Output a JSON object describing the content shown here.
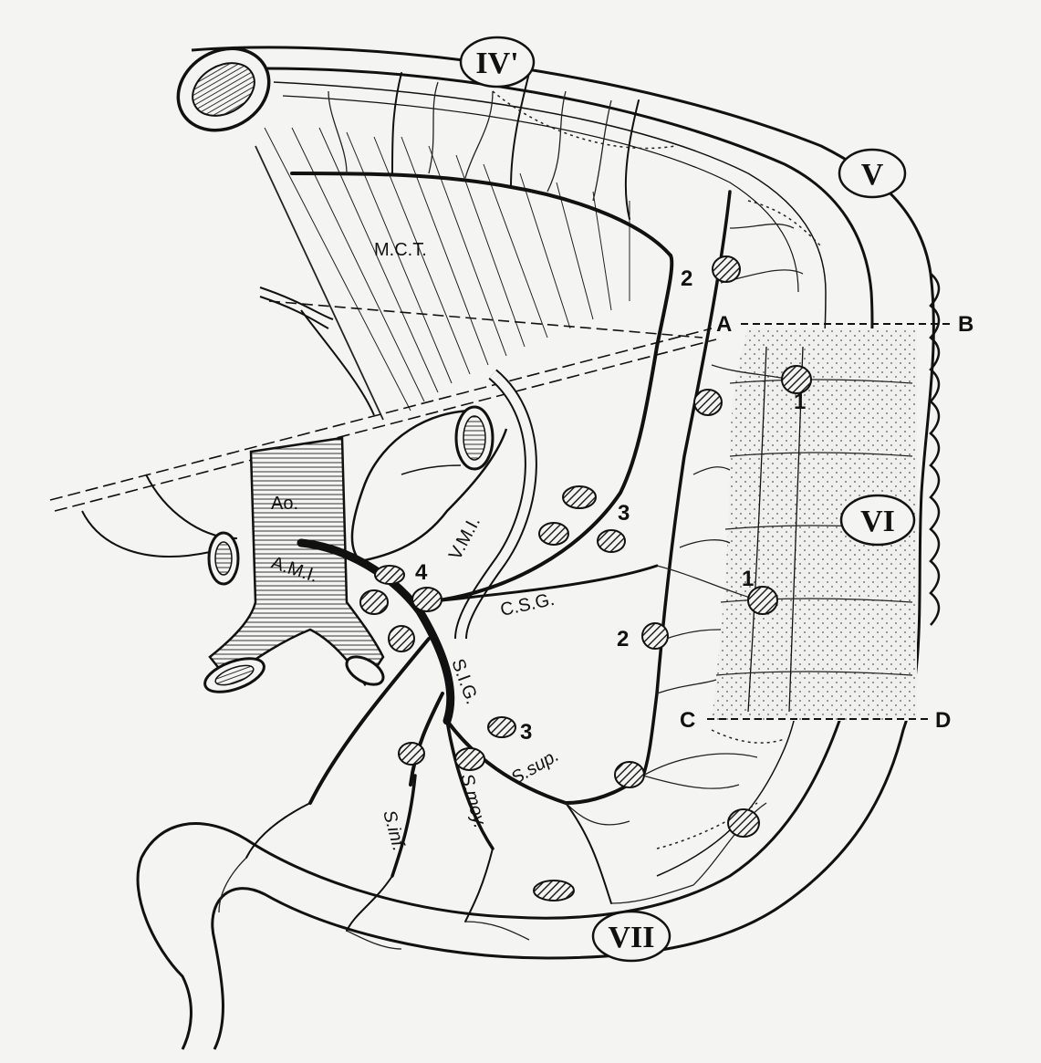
{
  "figure": {
    "segments": [
      "IV'",
      "V",
      "VI",
      "VII"
    ],
    "structures": {
      "mesocolon": "M.C.T.",
      "aorta": "Ao.",
      "ima_artery": "A.M.I.",
      "imv_vein": "V.M.I.",
      "left_colic": "C.S.G.",
      "sigmoid_trunk": "S.I.G.",
      "sig_inf": "S.inf.",
      "sig_moy": "S.moy.",
      "sig_sup": "S.sup."
    },
    "section_lines": {
      "a": "A",
      "b": "B",
      "c": "C",
      "d": "D"
    },
    "node_groups": {
      "n1": "1",
      "n2": "2",
      "n3": "3",
      "n4": "4"
    }
  },
  "colors": {
    "ink": "#111111",
    "paper": "#f4f4f2",
    "hatch": "#222222"
  }
}
